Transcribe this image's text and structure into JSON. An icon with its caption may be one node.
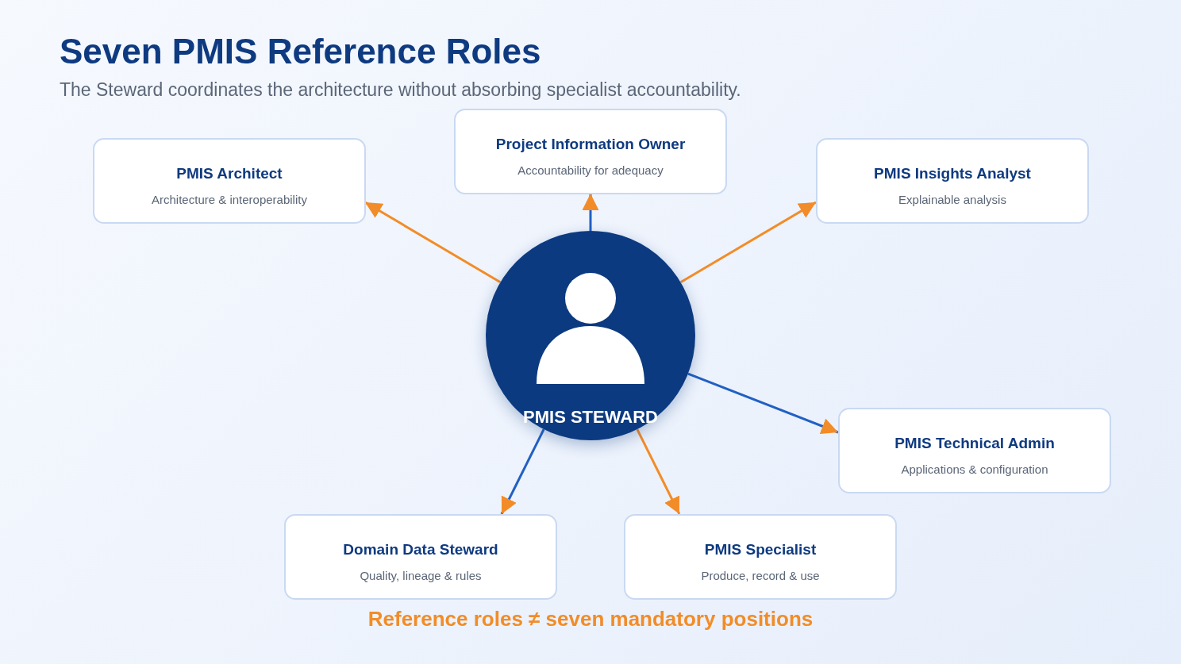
{
  "diagram": {
    "title": "Seven PMIS Reference Roles",
    "nodes": [
      {
        "text": [
          "PMIS STEWARD"
        ]
      },
      {
        "text": [
          "PMIS Architect",
          "Architecture & interoperability"
        ]
      },
      {
        "text": [
          "Project Information Owner",
          "Accountability for adequacy"
        ]
      },
      {
        "text": [
          "PMIS Insights Analyst",
          "Explainable analysis"
        ]
      },
      {
        "text": [
          "PMIS Technical Admin",
          "Applications & configuration"
        ]
      },
      {
        "text": [
          "Domain Data Steward",
          "Quality, lineage & rules"
        ]
      },
      {
        "text": [
          "PMIS Specialist",
          "Produce, record & use"
        ]
      }
    ],
    "edges": [
      {
        "from": 0,
        "to": 1,
        "arrow": "to"
      },
      {
        "from": 0,
        "to": 2,
        "arrow": "to",
        "color": "#2160c4"
      },
      {
        "from": 0,
        "to": 3,
        "arrow": "to"
      },
      {
        "from": 0,
        "to": 4,
        "arrow": "to",
        "color": "#2160c4"
      },
      {
        "from": 0,
        "to": 5,
        "arrow": "to",
        "color": "#2160c4"
      },
      {
        "from": 0,
        "to": 6,
        "arrow": "to"
      }
    ],
    "labels": [
      "The Steward coordinates the architecture without absorbing specialist accountability.",
      "Reference roles ≠ seven mandatory positions"
    ]
  }
}
